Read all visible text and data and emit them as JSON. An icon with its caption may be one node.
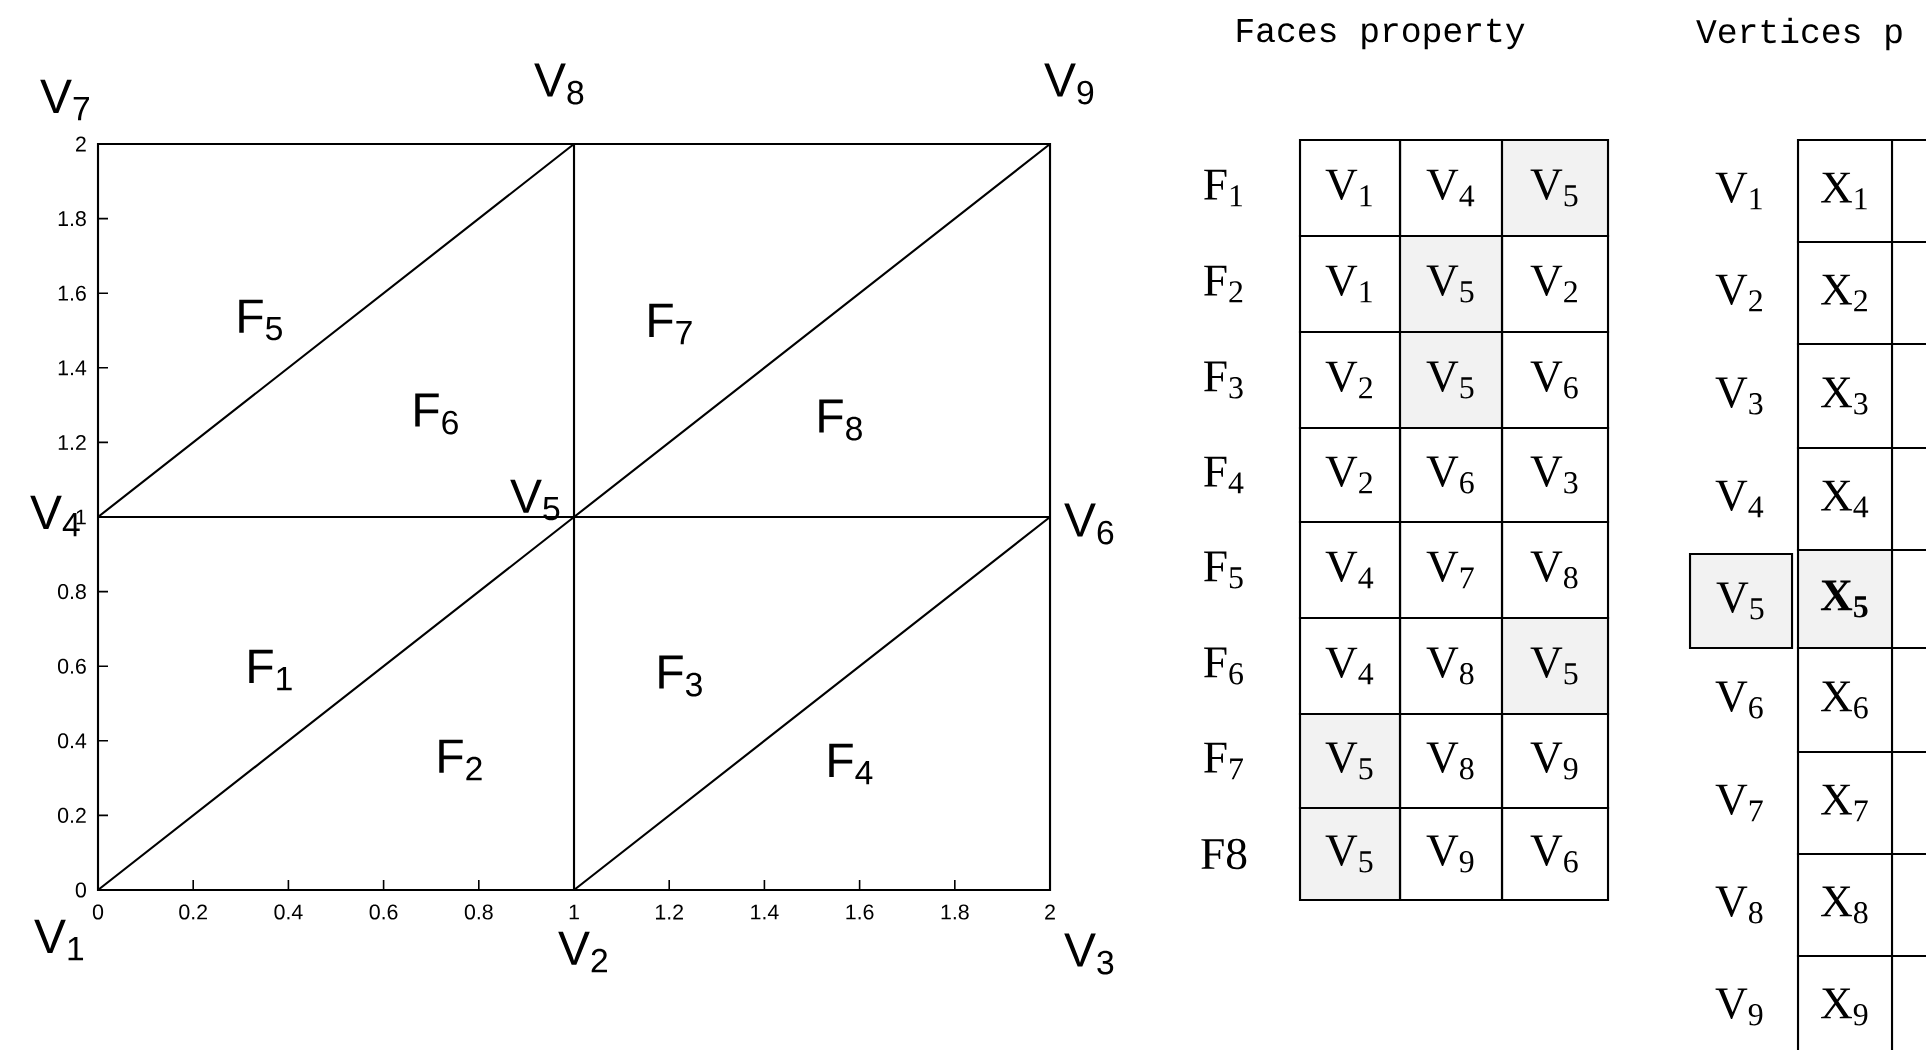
{
  "diagram": {
    "labels": [
      "Faces property",
      "Vertices p",
      "V$_{7}$",
      "V$_{8}$",
      "V$_{9}$",
      "2",
      "1.8",
      "1.6",
      "1.4",
      "1.2",
      "1",
      "0.8",
      "0.6",
      "0.4",
      "0.2",
      "0",
      "F$_{5}$",
      "F$_{7}$",
      "F$_{6}$",
      "F$_{8}$",
      "V$_{4}$",
      "V$_{5}$",
      "V$_{6}$",
      "F$_{1}$",
      "F$_{3}$",
      "F$_{2}$",
      "F$_{4}$",
      "0",
      "0.2",
      "0.4",
      "0.6",
      "0.8",
      "1",
      "1.2",
      "1.4",
      "1.6",
      "1.8",
      "2",
      "V$_{1}$",
      "V$_{2}$",
      "V$_{3}$",
      "F$_{1}$",
      "V$_{1}$",
      "V$_{4}$",
      "V$_{5}$",
      "F$_{2}$",
      "V$_{1}$",
      "V$_{5}$",
      "V$_{2}$",
      "F$_{3}$",
      "V$_{2}$",
      "V$_{5}$",
      "V$_{6}$",
      "F$_{4}$",
      "V$_{2}$",
      "V$_{6}$",
      "V$_{3}$",
      "F$_{5}$",
      "V$_{4}$",
      "V$_{7}$",
      "V$_{8}$",
      "F$_{6}$",
      "V$_{4}$",
      "V$_{8}$",
      "V$_{5}$",
      "F$_{7}$",
      "V$_{5}$",
      "V$_{8}$",
      "V$_{9}$",
      "F8",
      "V$_{5}$",
      "V$_{9}$",
      "V$_{6}$",
      "V$_{1}$",
      "X$_{1}$",
      "V$_{2}$",
      "X$_{2}$",
      "V$_{3}$",
      "X$_{3}$",
      "V$_{4}$",
      "X$_{4}$",
      "V$_{5}$",
      "X$_{5}$",
      "V$_{6}$",
      "X$_{6}$",
      "V$_{7}$",
      "X$_{7}$",
      "V$_{8}$",
      "X$_{8}$",
      "V$_{9}$",
      "X$_{9}$"
    ]
  }
}
